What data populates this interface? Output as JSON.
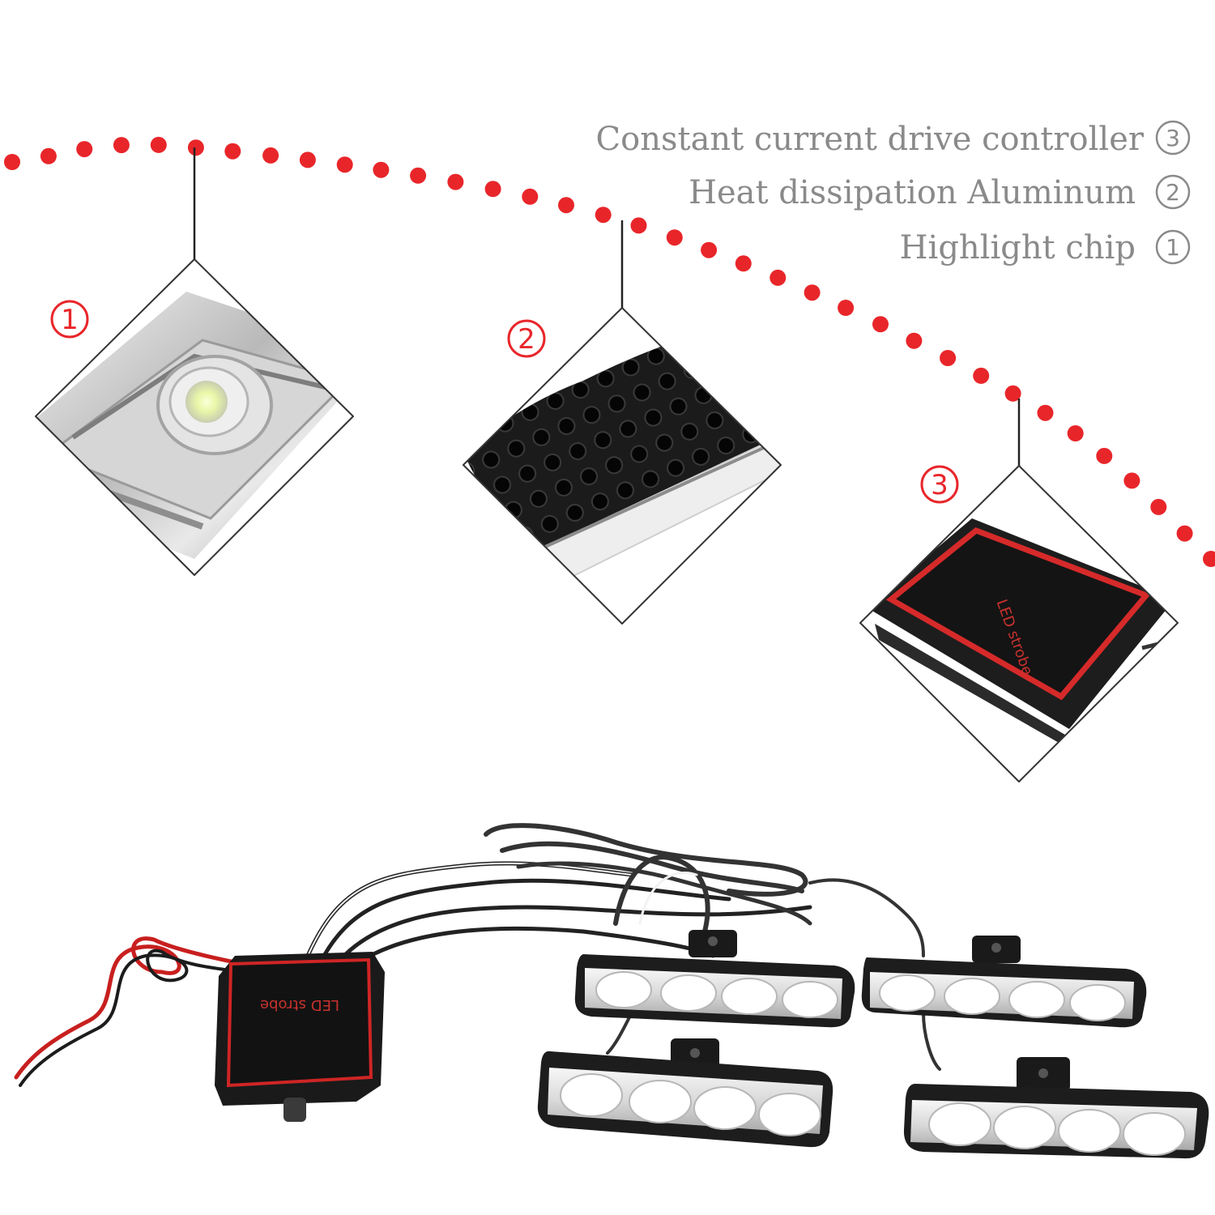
{
  "features": [
    {
      "number": "3",
      "label": "Constant current drive controller"
    },
    {
      "number": "2",
      "label": "Heat dissipation Aluminum"
    },
    {
      "number": "1",
      "label": "Highlight chip"
    }
  ],
  "panels": [
    {
      "number": "1"
    },
    {
      "number": "2"
    },
    {
      "number": "3",
      "controller_label": "LED strobe"
    }
  ],
  "kit": {
    "controller_label": "LED strobe"
  },
  "colors": {
    "accent_red": "#e8262a",
    "label_grey": "#8a8a8a"
  }
}
